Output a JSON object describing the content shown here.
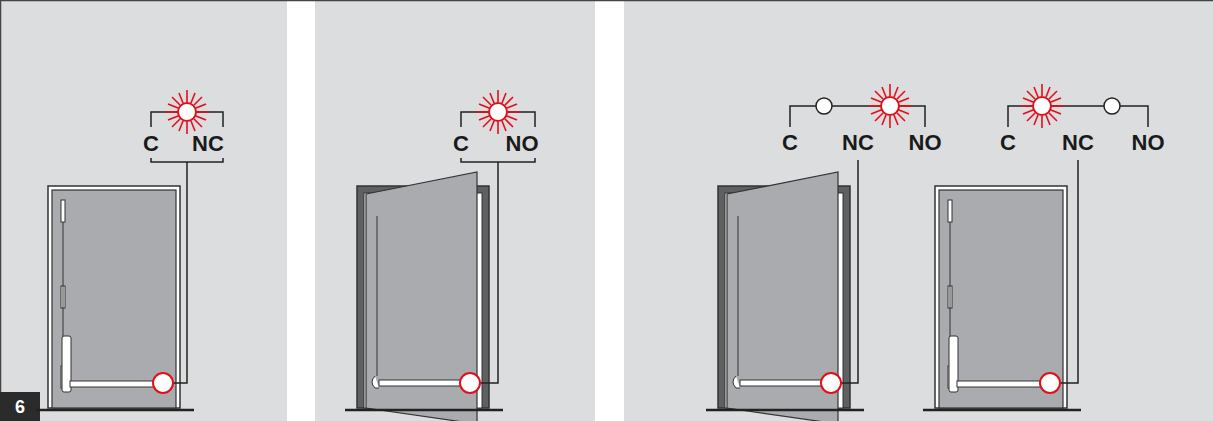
{
  "diagram": {
    "labels": [
      "C",
      "NC",
      "C",
      "NO",
      "C",
      "NC",
      "NO",
      "C",
      "NC",
      "NO",
      "6"
    ]
  }
}
